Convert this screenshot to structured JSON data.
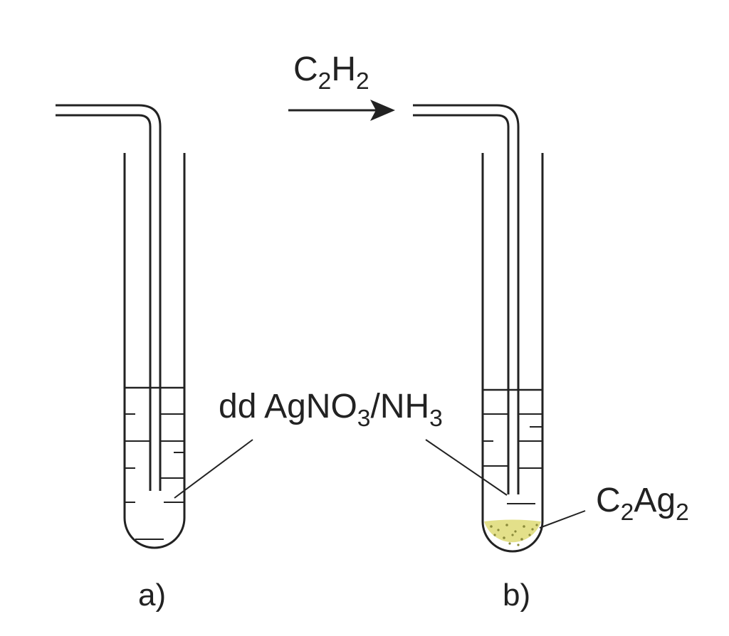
{
  "gas": {
    "symbol": "C",
    "sub1": "2",
    "symbol2": "H",
    "sub2": "2"
  },
  "reagent": {
    "prefix": "dd AgNO",
    "sub1": "3",
    "mid": "/NH",
    "sub2": "3"
  },
  "product": {
    "symbol": "C",
    "sub1": "2",
    "symbol2": "Ag",
    "sub2": "2"
  },
  "panels": {
    "a": "a)",
    "b": "b)"
  },
  "colors": {
    "ink": "#222222",
    "precipitate": "#e3e08a",
    "precipitate_dots": "#8a8a3a"
  }
}
